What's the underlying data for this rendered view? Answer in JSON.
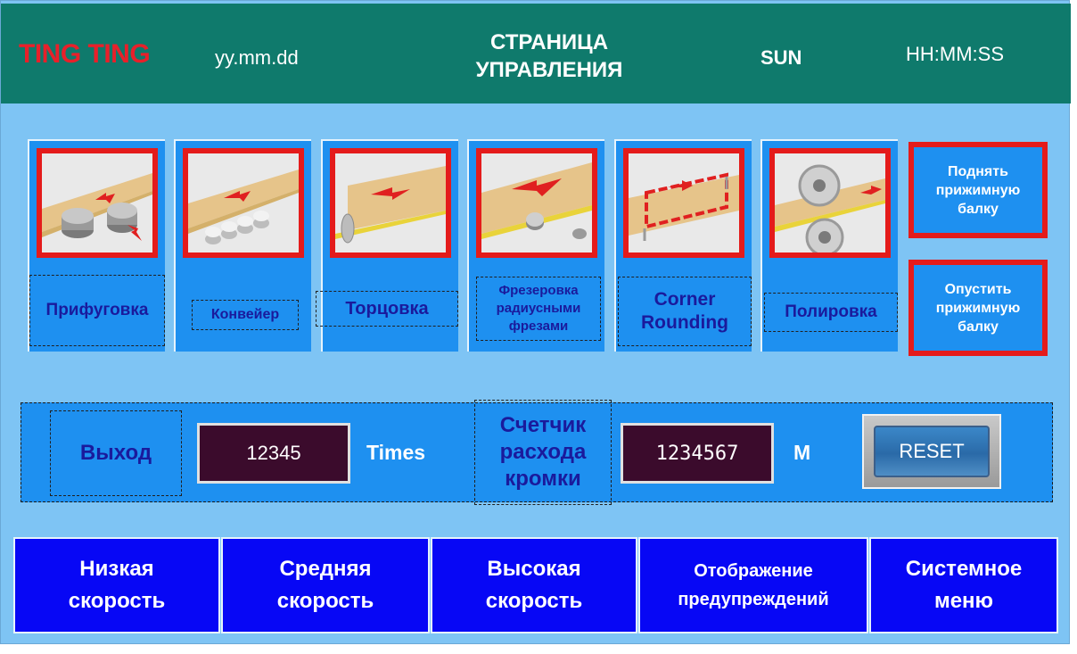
{
  "header": {
    "brand": "TING TING",
    "date_format": "yy.mm.dd",
    "title_line1": "СТРАНИЦА",
    "title_line2": "УПРАВЛЕНИЯ",
    "day": "SUN",
    "time_format": "HH:MM:SS"
  },
  "functions": [
    {
      "label": "Прифуговка",
      "icon": "jointing-icon"
    },
    {
      "label": "Конвейер",
      "icon": "conveyor-icon"
    },
    {
      "label": "Торцовка",
      "icon": "end-trimming-icon"
    },
    {
      "label_lines": [
        "Фрезеровка",
        "радиусными",
        "фрезами"
      ],
      "icon": "radius-milling-icon"
    },
    {
      "label_lines": [
        "Corner",
        "Rounding"
      ],
      "icon": "corner-rounding-icon"
    },
    {
      "label": "Полировка",
      "icon": "polishing-icon"
    }
  ],
  "beam": {
    "raise_lines": [
      "Поднять",
      "прижимную",
      "балку"
    ],
    "lower_lines": [
      "Опустить",
      "прижимную",
      "балку"
    ]
  },
  "counter": {
    "output_label": "Выход",
    "output_value": "12345",
    "output_unit": "Times",
    "edge_label_lines": [
      "Счетчик",
      "расхода",
      "кромки"
    ],
    "edge_value": "1234567",
    "edge_unit": "M",
    "reset_label": "RESET"
  },
  "nav": [
    {
      "lines": [
        "Низкая",
        "скорость"
      ]
    },
    {
      "lines": [
        "Средняя",
        "скорость"
      ]
    },
    {
      "lines": [
        "Высокая",
        "скорость"
      ]
    },
    {
      "lines": [
        "Отображение",
        "предупреждений"
      ]
    },
    {
      "lines": [
        "Системное",
        "меню"
      ]
    }
  ],
  "colors": {
    "background": "#7ec4f4",
    "header": "#0f7a6c",
    "brand": "#e8202a",
    "tile": "#1e90f0",
    "tile_border": "#e41b1b",
    "nav": "#0707f5",
    "value_box": "#3b0b2c"
  }
}
